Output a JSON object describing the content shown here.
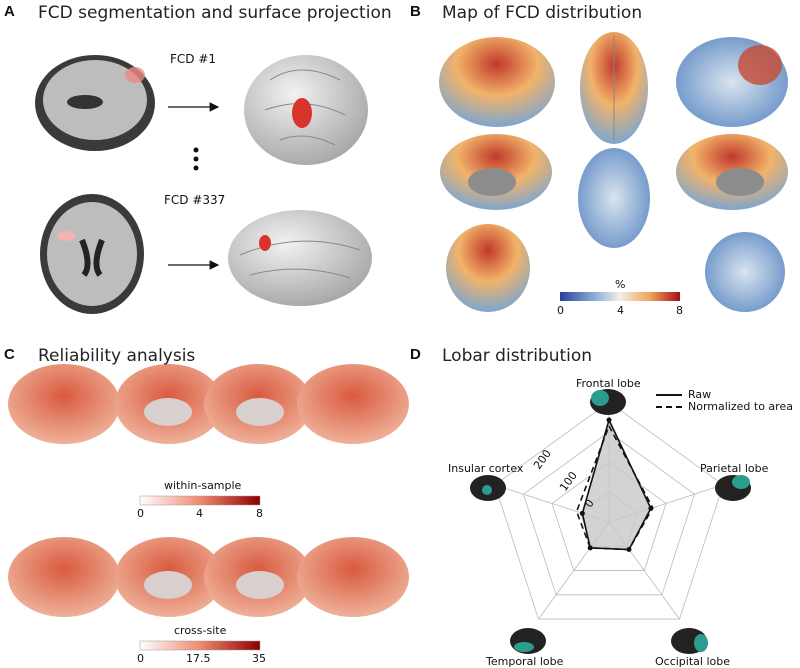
{
  "panelA": {
    "label": "A",
    "title": "FCD segmentation and surface projection",
    "case1": "FCD #1",
    "case2": "FCD #337"
  },
  "panelB": {
    "label": "B",
    "title": "Map of FCD distribution",
    "colorbar": {
      "unit": "%",
      "ticks": [
        "0",
        "4",
        "8"
      ]
    }
  },
  "panelC": {
    "label": "C",
    "title": "Reliability analysis",
    "within": {
      "label": "within-sample",
      "ticks": [
        "0",
        "4",
        "8"
      ]
    },
    "cross": {
      "label": "cross-site",
      "ticks": [
        "0",
        "17.5",
        "35"
      ]
    }
  },
  "panelD": {
    "label": "D",
    "title": "Lobar distribution",
    "legend": {
      "raw": "Raw",
      "normalized": "Normalized to area"
    },
    "radial_ticks": [
      "0",
      "100",
      "200"
    ]
  },
  "chart_data": {
    "type": "radar",
    "categories": [
      "Frontal lobe",
      "Parietal lobe",
      "Occipital lobe",
      "Temporal lobe",
      "Insular cortex"
    ],
    "rmax": 300,
    "series": [
      {
        "name": "Raw",
        "values": [
          255,
          110,
          85,
          80,
          70
        ],
        "style": "solid"
      },
      {
        "name": "Normalized to area",
        "values": [
          240,
          115,
          85,
          80,
          85
        ],
        "style": "dashed"
      }
    ],
    "colors": {
      "fill": "#c8c8c8",
      "accent": "#2a9d8f"
    }
  },
  "colors": {
    "cool": "#3b6fb6",
    "warm": "#c0392b",
    "reliability": "#a51c1c"
  }
}
